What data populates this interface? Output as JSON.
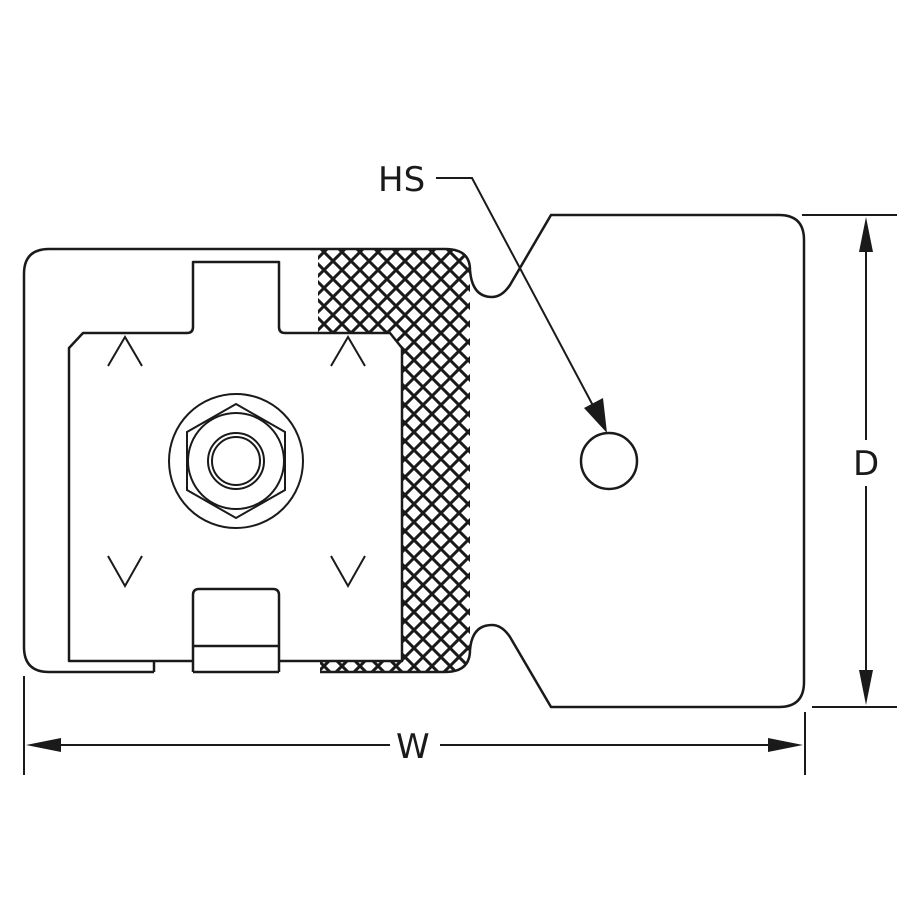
{
  "drawing": {
    "labels": {
      "hole_spacing": "HS",
      "depth": "D",
      "width": "W"
    },
    "line_color": "#1a1a1a",
    "background": "#ffffff"
  }
}
